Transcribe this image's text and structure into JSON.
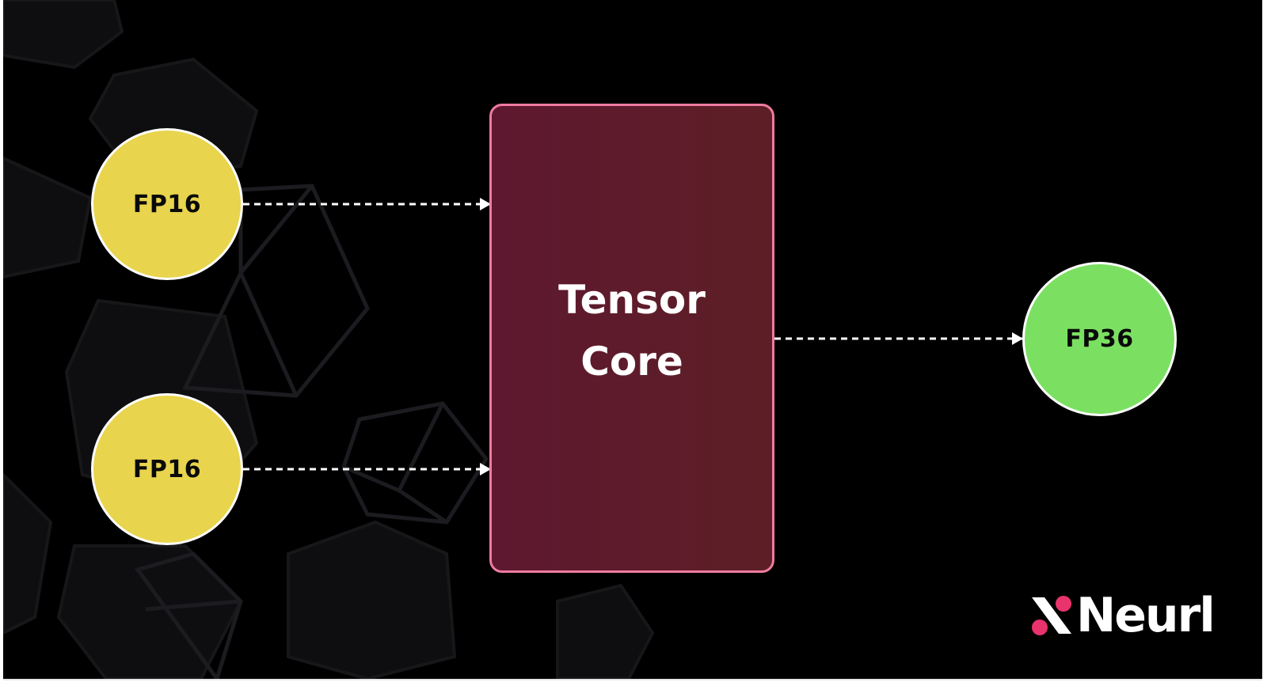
{
  "diagram": {
    "inputs": [
      {
        "label": "FP16",
        "color": "#e8d44d"
      },
      {
        "label": "FP16",
        "color": "#e8d44d"
      }
    ],
    "core": {
      "lines": [
        "Tensor",
        "Core"
      ],
      "border_color": "#f07ba0",
      "fill_color": "#5e1a2c"
    },
    "output": {
      "label": "FP36",
      "color": "#7be062"
    },
    "edges": [
      {
        "from": "inputs.0",
        "to": "core",
        "style": "dashed"
      },
      {
        "from": "inputs.1",
        "to": "core",
        "style": "dashed"
      },
      {
        "from": "core",
        "to": "output",
        "style": "dashed"
      }
    ]
  },
  "brand": {
    "name": "Neurl",
    "icon": "neurl-logo-icon",
    "accent_color": "#e8336d"
  },
  "background_color": "#000000"
}
